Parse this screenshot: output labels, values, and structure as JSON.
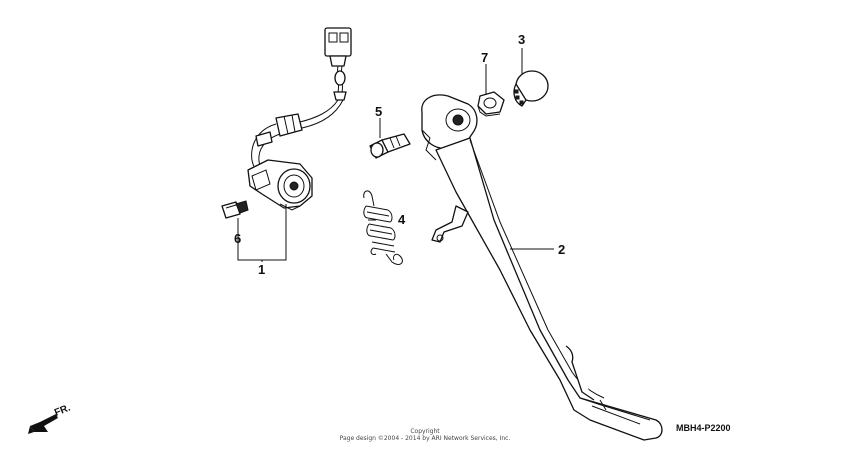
{
  "diagram": {
    "callouts": {
      "c1": "1",
      "c2": "2",
      "c3": "3",
      "c4": "4",
      "c5": "5",
      "c6": "6",
      "c7": "7"
    },
    "part_code": "MBH4-P2200",
    "front_label": "FR.",
    "copyright_line1": "Copyright",
    "copyright_line2": "Page design ©2004 - 2014 by ARI Network Services, Inc.",
    "icons": [
      "front-direction-arrow-icon"
    ]
  }
}
